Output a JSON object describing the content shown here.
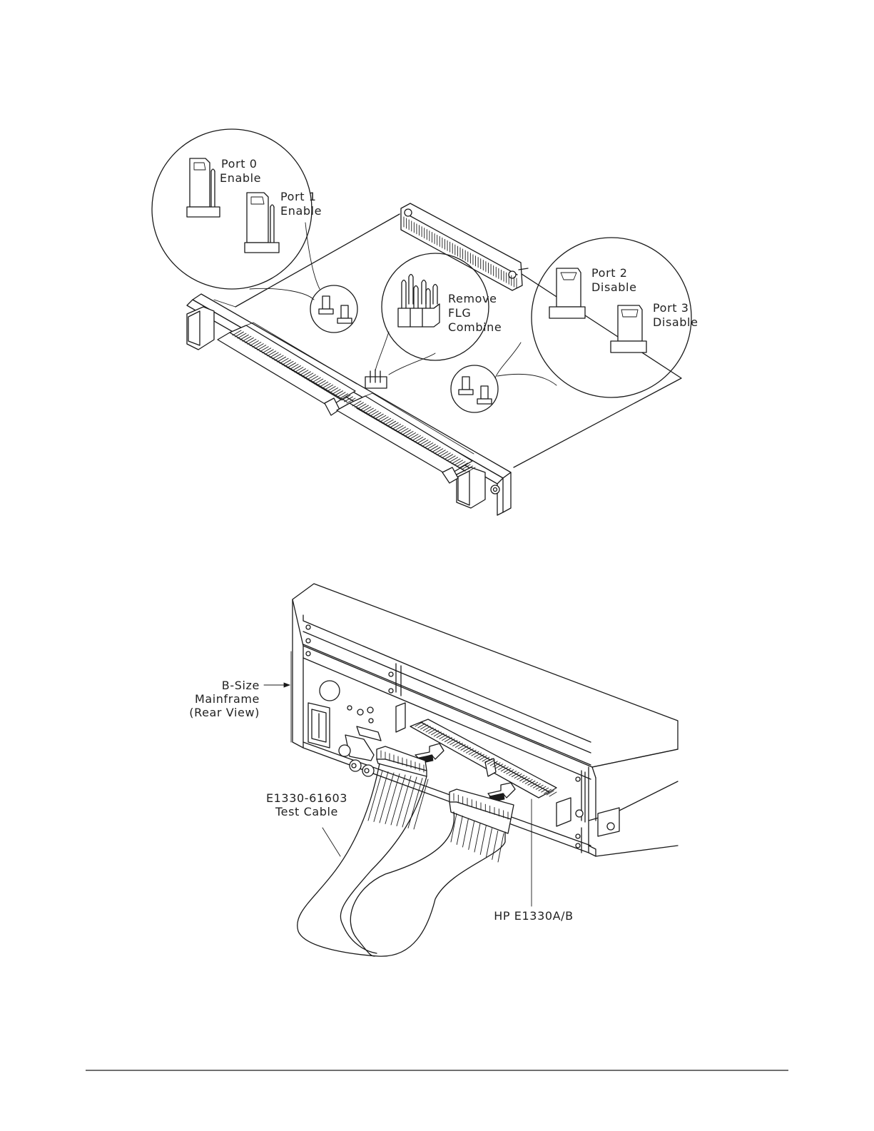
{
  "figure_top": {
    "callout_port0": {
      "line1": "Port 0",
      "line2": "Enable"
    },
    "callout_port1": {
      "line1": "Port 1",
      "line2": "Enable"
    },
    "callout_flg": {
      "line1": "Remove",
      "line2": "FLG",
      "line3": "Combine"
    },
    "callout_port2": {
      "line1": "Port 2",
      "line2": "Disable"
    },
    "callout_port3": {
      "line1": "Port 3",
      "line2": "Disable"
    }
  },
  "figure_bottom": {
    "mainframe": {
      "line1": "B-Size",
      "line2": "Mainframe",
      "line3": "(Rear View)"
    },
    "cable": {
      "line1": "E1330-61603",
      "line2": "Test Cable"
    },
    "module": "HP E1330A/B"
  }
}
